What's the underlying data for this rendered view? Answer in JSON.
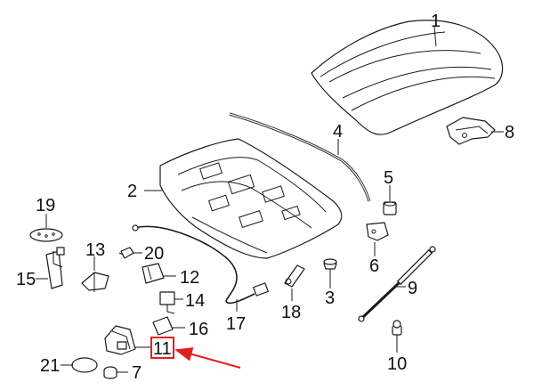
{
  "diagram": {
    "callouts": {
      "p1": "1",
      "p2": "2",
      "p4": "4",
      "p5": "5",
      "p6": "6",
      "p7": "7",
      "p8": "8",
      "p9": "9",
      "p10": "10",
      "p11": "11",
      "p12": "12",
      "p13": "13",
      "p14": "14",
      "p15": "15",
      "p16": "16",
      "p17": "17",
      "p18": "18",
      "p19": "19",
      "p20": "20",
      "p21": "21",
      "p3": "3"
    },
    "highlight": {
      "part": "11",
      "box_color": "#e02020",
      "arrow_color": "#e02020"
    }
  }
}
